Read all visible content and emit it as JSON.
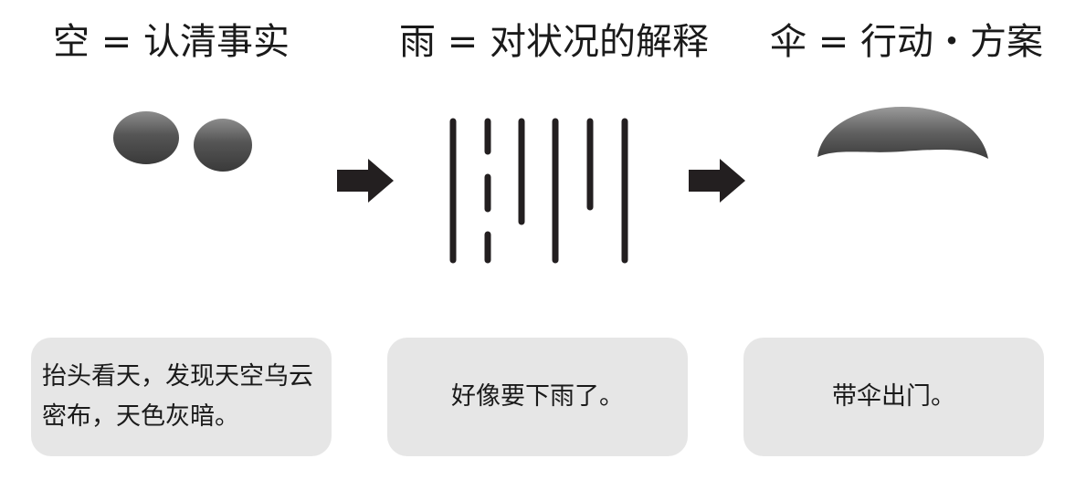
{
  "steps": [
    {
      "title": "空 = 认清事实",
      "caption": "抬头看天，发现天空乌云密布，天色灰暗。"
    },
    {
      "title": "雨 = 对状况的解释",
      "caption": "好像要下雨了。"
    },
    {
      "title": "伞 = 行动・方案",
      "caption": "带伞出门。"
    }
  ],
  "icons": {
    "step1": "dark-clouds-icon",
    "step2": "rain-lines-icon",
    "step3": "umbrella-canopy-icon",
    "arrow": "right-arrow-icon"
  },
  "colors": {
    "text": "#1a1a1a",
    "caption_bg": "#e6e6e6",
    "arrow": "#231f20",
    "rain": "#231f20",
    "cloud_dark": "#3c3c3c",
    "cloud_light": "#8c8c8c"
  }
}
